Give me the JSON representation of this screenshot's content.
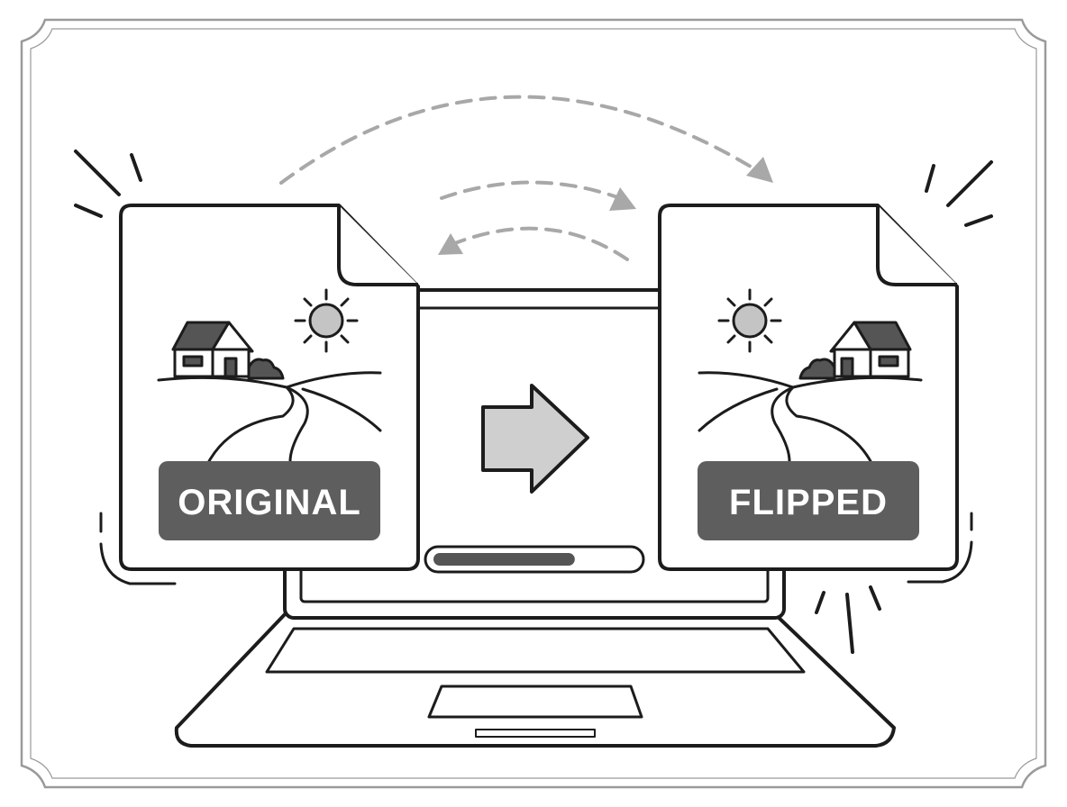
{
  "colors": {
    "line": "#1c1c1c",
    "label_fill": "#5e5e5e",
    "label_text": "#ffffff",
    "arrow_fill": "#cfcfcf",
    "sun_fill": "#c4c4c4",
    "house_roof": "#555555",
    "dashed_arc": "#a8a8a8",
    "progress_fill": "#555555",
    "frame": "#9a9a9a"
  },
  "icons": {
    "left_document": "document-icon",
    "right_document": "document-icon",
    "house": "house-icon",
    "sun": "sun-icon",
    "center_arrow": "arrow-right-icon",
    "laptop": "laptop-icon"
  },
  "original_card": {
    "label": "ORIGINAL"
  },
  "flipped_card": {
    "label": "FLIPPED"
  },
  "progress": {
    "value": 0.7
  }
}
